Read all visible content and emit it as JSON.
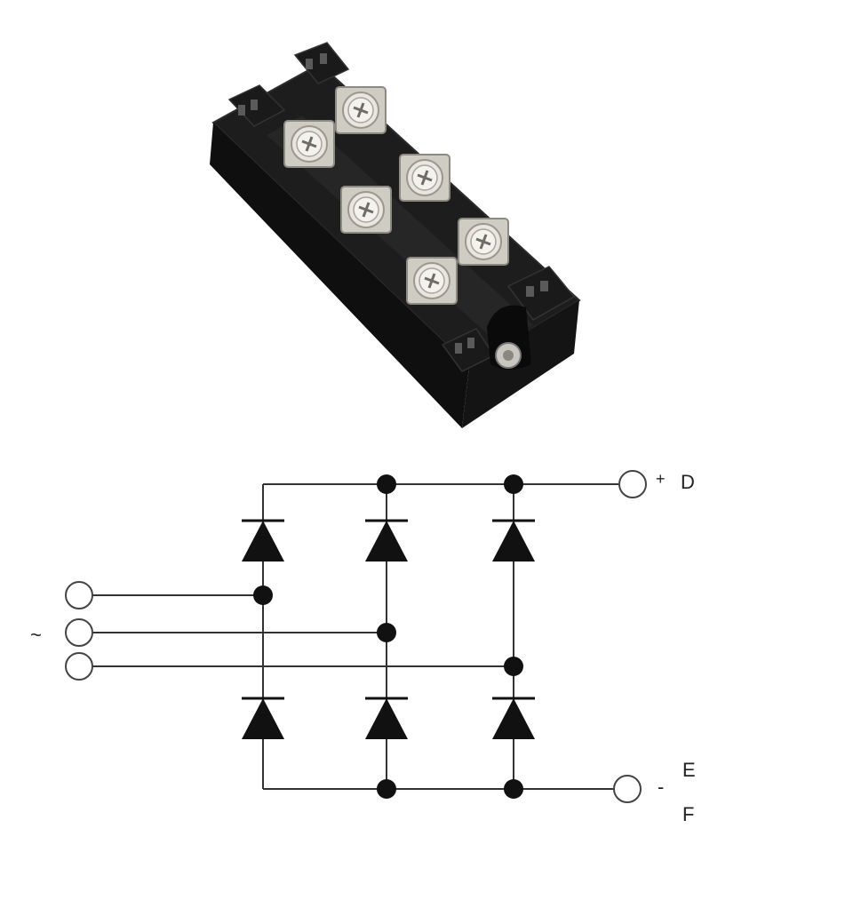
{
  "labels": {
    "plus": "+",
    "minus": "-",
    "terminal_d": "D",
    "terminal_e": "E",
    "terminal_f": "F",
    "ac_symbol": "~"
  },
  "colors": {
    "module_body": "#161616",
    "module_edge": "#2c2c2c",
    "terminal_metal": "#d9d6cf",
    "wire": "#333333"
  },
  "icons": {
    "module_photo": "rectifier-module-photo",
    "diode": "diode-symbol"
  }
}
